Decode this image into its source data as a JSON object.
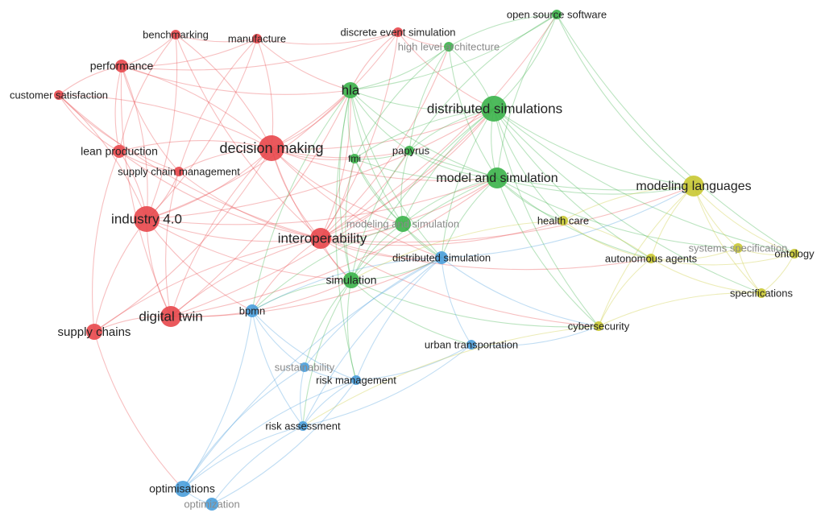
{
  "clusters": {
    "red": "#e8474b",
    "green": "#3bb34a",
    "blue": "#4a9fdc",
    "yellow": "#c9c832"
  },
  "nodes": [
    {
      "id": "benchmarking",
      "label": "benchmarking",
      "cluster": "red",
      "weight": 1,
      "faded": false
    },
    {
      "id": "manufacture",
      "label": "manufacture",
      "cluster": "red",
      "weight": 1,
      "faded": false
    },
    {
      "id": "performance",
      "label": "performance",
      "cluster": "red",
      "weight": 2,
      "faded": false
    },
    {
      "id": "customer_satisfaction",
      "label": "customer satisfaction",
      "cluster": "red",
      "weight": 1,
      "faded": false
    },
    {
      "id": "lean_production",
      "label": "lean production",
      "cluster": "red",
      "weight": 2,
      "faded": false
    },
    {
      "id": "decision_making",
      "label": "decision making",
      "cluster": "red",
      "weight": 5,
      "faded": false
    },
    {
      "id": "supply_chain_management",
      "label": "supply chain management",
      "cluster": "red",
      "weight": 1,
      "faded": false
    },
    {
      "id": "industry_4_0",
      "label": "industry 4.0",
      "cluster": "red",
      "weight": 5,
      "faded": false
    },
    {
      "id": "interoperability",
      "label": "interoperability",
      "cluster": "red",
      "weight": 4,
      "faded": false
    },
    {
      "id": "digital_twin",
      "label": "digital twin",
      "cluster": "red",
      "weight": 4,
      "faded": false
    },
    {
      "id": "supply_chains",
      "label": "supply chains",
      "cluster": "red",
      "weight": 3,
      "faded": false
    },
    {
      "id": "discrete_event_simulation",
      "label": "discrete event simulation",
      "cluster": "red",
      "weight": 1,
      "faded": false
    },
    {
      "id": "hla",
      "label": "hla",
      "cluster": "green",
      "weight": 3,
      "faded": false
    },
    {
      "id": "distributed_simulations",
      "label": "distributed simulations",
      "cluster": "green",
      "weight": 5,
      "faded": false
    },
    {
      "id": "high_level_architecture",
      "label": "high level architecture",
      "cluster": "green",
      "weight": 1,
      "faded": true
    },
    {
      "id": "open_source_software",
      "label": "open source software",
      "cluster": "green",
      "weight": 1,
      "faded": false
    },
    {
      "id": "fmi",
      "label": "fmi",
      "cluster": "green",
      "weight": 1,
      "faded": false
    },
    {
      "id": "papyrus",
      "label": "papyrus",
      "cluster": "green",
      "weight": 1,
      "faded": false
    },
    {
      "id": "model_and_simulation",
      "label": "model and simulation",
      "cluster": "green",
      "weight": 4,
      "faded": false
    },
    {
      "id": "modeling_and_simulation",
      "label": "modeling and simulation",
      "cluster": "green",
      "weight": 3,
      "faded": true
    },
    {
      "id": "simulation",
      "label": "simulation",
      "cluster": "green",
      "weight": 3,
      "faded": false
    },
    {
      "id": "distributed_simulation",
      "label": "distributed simulation",
      "cluster": "blue",
      "weight": 2,
      "faded": false
    },
    {
      "id": "bpmn",
      "label": "bpmn",
      "cluster": "blue",
      "weight": 2,
      "faded": false
    },
    {
      "id": "sustainability",
      "label": "sustainability",
      "cluster": "blue",
      "weight": 1,
      "faded": true
    },
    {
      "id": "risk_management",
      "label": "risk management",
      "cluster": "blue",
      "weight": 1,
      "faded": false
    },
    {
      "id": "risk_assessment",
      "label": "risk assessment",
      "cluster": "blue",
      "weight": 1,
      "faded": false
    },
    {
      "id": "urban_transportation",
      "label": "urban transportation",
      "cluster": "blue",
      "weight": 1,
      "faded": false
    },
    {
      "id": "optimisations",
      "label": "optimisations",
      "cluster": "blue",
      "weight": 3,
      "faded": false
    },
    {
      "id": "optimization",
      "label": "optimization",
      "cluster": "blue",
      "weight": 2,
      "faded": true
    },
    {
      "id": "modeling_languages",
      "label": "modeling languages",
      "cluster": "yellow",
      "weight": 4,
      "faded": false
    },
    {
      "id": "health_care",
      "label": "health care",
      "cluster": "yellow",
      "weight": 1,
      "faded": false
    },
    {
      "id": "autonomous_agents",
      "label": "autonomous agents",
      "cluster": "yellow",
      "weight": 1,
      "faded": false
    },
    {
      "id": "systems_specification",
      "label": "systems specification",
      "cluster": "yellow",
      "weight": 1,
      "faded": true
    },
    {
      "id": "ontology",
      "label": "ontology",
      "cluster": "yellow",
      "weight": 1,
      "faded": false
    },
    {
      "id": "specifications",
      "label": "specifications",
      "cluster": "yellow",
      "weight": 1,
      "faded": false
    },
    {
      "id": "cybersecurity",
      "label": "cybersecurity",
      "cluster": "yellow",
      "weight": 1,
      "faded": false
    }
  ],
  "edges": [
    [
      "industry_4_0",
      "decision_making"
    ],
    [
      "industry_4_0",
      "interoperability"
    ],
    [
      "industry_4_0",
      "digital_twin"
    ],
    [
      "industry_4_0",
      "supply_chains"
    ],
    [
      "industry_4_0",
      "lean_production"
    ],
    [
      "industry_4_0",
      "performance"
    ],
    [
      "industry_4_0",
      "supply_chain_management"
    ],
    [
      "industry_4_0",
      "manufacture"
    ],
    [
      "industry_4_0",
      "benchmarking"
    ],
    [
      "industry_4_0",
      "hla"
    ],
    [
      "industry_4_0",
      "distributed_simulations"
    ],
    [
      "industry_4_0",
      "simulation"
    ],
    [
      "industry_4_0",
      "customer_satisfaction"
    ],
    [
      "industry_4_0",
      "model_and_simulation"
    ],
    [
      "industry_4_0",
      "bpmn"
    ],
    [
      "decision_making",
      "interoperability"
    ],
    [
      "decision_making",
      "performance"
    ],
    [
      "decision_making",
      "benchmarking"
    ],
    [
      "decision_making",
      "manufacture"
    ],
    [
      "decision_making",
      "lean_production"
    ],
    [
      "decision_making",
      "customer_satisfaction"
    ],
    [
      "decision_making",
      "hla"
    ],
    [
      "decision_making",
      "distributed_simulations"
    ],
    [
      "decision_making",
      "model_and_simulation"
    ],
    [
      "decision_making",
      "simulation"
    ],
    [
      "decision_making",
      "digital_twin"
    ],
    [
      "decision_making",
      "supply_chain_management"
    ],
    [
      "decision_making",
      "discrete_event_simulation"
    ],
    [
      "decision_making",
      "papyrus"
    ],
    [
      "decision_making",
      "fmi"
    ],
    [
      "decision_making",
      "distributed_simulation"
    ],
    [
      "decision_making",
      "modeling_and_simulation"
    ],
    [
      "performance",
      "benchmarking"
    ],
    [
      "performance",
      "manufacture"
    ],
    [
      "performance",
      "customer_satisfaction"
    ],
    [
      "performance",
      "lean_production"
    ],
    [
      "performance",
      "supply_chain_management"
    ],
    [
      "performance",
      "digital_twin"
    ],
    [
      "performance",
      "discrete_event_simulation"
    ],
    [
      "performance",
      "hla"
    ],
    [
      "benchmarking",
      "manufacture"
    ],
    [
      "benchmarking",
      "lean_production"
    ],
    [
      "benchmarking",
      "interoperability"
    ],
    [
      "manufacture",
      "supply_chain_management"
    ],
    [
      "manufacture",
      "discrete_event_simulation"
    ],
    [
      "manufacture",
      "hla"
    ],
    [
      "customer_satisfaction",
      "lean_production"
    ],
    [
      "customer_satisfaction",
      "supply_chain_management"
    ],
    [
      "customer_satisfaction",
      "interoperability"
    ],
    [
      "lean_production",
      "supply_chain_management"
    ],
    [
      "lean_production",
      "supply_chains"
    ],
    [
      "lean_production",
      "interoperability"
    ],
    [
      "supply_chain_management",
      "interoperability"
    ],
    [
      "supply_chain_management",
      "digital_twin"
    ],
    [
      "interoperability",
      "hla"
    ],
    [
      "interoperability",
      "distributed_simulations"
    ],
    [
      "interoperability",
      "model_and_simulation"
    ],
    [
      "interoperability",
      "modeling_and_simulation"
    ],
    [
      "interoperability",
      "simulation"
    ],
    [
      "interoperability",
      "distributed_simulation"
    ],
    [
      "interoperability",
      "fmi"
    ],
    [
      "interoperability",
      "papyrus"
    ],
    [
      "interoperability",
      "bpmn"
    ],
    [
      "interoperability",
      "digital_twin"
    ],
    [
      "interoperability",
      "modeling_languages"
    ],
    [
      "interoperability",
      "supply_chains"
    ],
    [
      "interoperability",
      "open_source_software"
    ],
    [
      "interoperability",
      "discrete_event_simulation"
    ],
    [
      "interoperability",
      "high_level_architecture"
    ],
    [
      "interoperability",
      "autonomous_agents"
    ],
    [
      "interoperability",
      "health_care"
    ],
    [
      "interoperability",
      "cybersecurity"
    ],
    [
      "digital_twin",
      "supply_chains"
    ],
    [
      "digital_twin",
      "simulation"
    ],
    [
      "digital_twin",
      "model_and_simulation"
    ],
    [
      "digital_twin",
      "distributed_simulations"
    ],
    [
      "digital_twin",
      "hla"
    ],
    [
      "digital_twin",
      "distributed_simulation"
    ],
    [
      "supply_chains",
      "optimisations"
    ],
    [
      "supply_chains",
      "decision_making"
    ],
    [
      "discrete_event_simulation",
      "distributed_simulations"
    ],
    [
      "discrete_event_simulation",
      "hla"
    ],
    [
      "discrete_event_simulation",
      "high_level_architecture"
    ],
    [
      "hla",
      "distributed_simulations"
    ],
    [
      "hla",
      "fmi"
    ],
    [
      "hla",
      "papyrus"
    ],
    [
      "hla",
      "model_and_simulation"
    ],
    [
      "hla",
      "modeling_and_simulation"
    ],
    [
      "hla",
      "simulation"
    ],
    [
      "hla",
      "distributed_simulation"
    ],
    [
      "hla",
      "high_level_architecture"
    ],
    [
      "hla",
      "open_source_software"
    ],
    [
      "hla",
      "bpmn"
    ],
    [
      "hla",
      "risk_management"
    ],
    [
      "distributed_simulations",
      "high_level_architecture"
    ],
    [
      "distributed_simulations",
      "open_source_software"
    ],
    [
      "distributed_simulations",
      "papyrus"
    ],
    [
      "distributed_simulations",
      "fmi"
    ],
    [
      "distributed_simulations",
      "model_and_simulation"
    ],
    [
      "distributed_simulations",
      "modeling_and_simulation"
    ],
    [
      "distributed_simulations",
      "simulation"
    ],
    [
      "distributed_simulations",
      "distributed_simulation"
    ],
    [
      "distributed_simulations",
      "modeling_languages"
    ],
    [
      "distributed_simulations",
      "autonomous_agents"
    ],
    [
      "distributed_simulations",
      "ontology"
    ],
    [
      "distributed_simulations",
      "health_care"
    ],
    [
      "distributed_simulations",
      "cybersecurity"
    ],
    [
      "distributed_simulations",
      "specifications"
    ],
    [
      "open_source_software",
      "high_level_architecture"
    ],
    [
      "open_source_software",
      "modeling_languages"
    ],
    [
      "open_source_software",
      "papyrus"
    ],
    [
      "open_source_software",
      "model_and_simulation"
    ],
    [
      "open_source_software",
      "ontology"
    ],
    [
      "high_level_architecture",
      "papyrus"
    ],
    [
      "high_level_architecture",
      "model_and_simulation"
    ],
    [
      "high_level_architecture",
      "fmi"
    ],
    [
      "fmi",
      "papyrus"
    ],
    [
      "fmi",
      "model_and_simulation"
    ],
    [
      "fmi",
      "modeling_and_simulation"
    ],
    [
      "fmi",
      "simulation"
    ],
    [
      "fmi",
      "distributed_simulation"
    ],
    [
      "papyrus",
      "model_and_simulation"
    ],
    [
      "papyrus",
      "modeling_and_simulation"
    ],
    [
      "papyrus",
      "simulation"
    ],
    [
      "papyrus",
      "modeling_languages"
    ],
    [
      "model_and_simulation",
      "modeling_and_simulation"
    ],
    [
      "model_and_simulation",
      "simulation"
    ],
    [
      "model_and_simulation",
      "distributed_simulation"
    ],
    [
      "model_and_simulation",
      "modeling_languages"
    ],
    [
      "model_and_simulation",
      "health_care"
    ],
    [
      "model_and_simulation",
      "autonomous_agents"
    ],
    [
      "model_and_simulation",
      "systems_specification"
    ],
    [
      "model_and_simulation",
      "cybersecurity"
    ],
    [
      "modeling_and_simulation",
      "simulation"
    ],
    [
      "modeling_and_simulation",
      "distributed_simulation"
    ],
    [
      "modeling_and_simulation",
      "bpmn"
    ],
    [
      "simulation",
      "distributed_simulation"
    ],
    [
      "simulation",
      "bpmn"
    ],
    [
      "simulation",
      "risk_management"
    ],
    [
      "simulation",
      "risk_assessment"
    ],
    [
      "simulation",
      "sustainability"
    ],
    [
      "simulation",
      "cybersecurity"
    ],
    [
      "simulation",
      "urban_transportation"
    ],
    [
      "distributed_simulation",
      "bpmn"
    ],
    [
      "distributed_simulation",
      "sustainability"
    ],
    [
      "distributed_simulation",
      "risk_management"
    ],
    [
      "distributed_simulation",
      "risk_assessment"
    ],
    [
      "distributed_simulation",
      "urban_transportation"
    ],
    [
      "distributed_simulation",
      "modeling_languages"
    ],
    [
      "distributed_simulation",
      "optimisations"
    ],
    [
      "distributed_simulation",
      "cybersecurity"
    ],
    [
      "bpmn",
      "sustainability"
    ],
    [
      "bpmn",
      "risk_management"
    ],
    [
      "bpmn",
      "risk_assessment"
    ],
    [
      "sustainability",
      "risk_management"
    ],
    [
      "sustainability",
      "risk_assessment"
    ],
    [
      "sustainability",
      "optimisations"
    ],
    [
      "risk_management",
      "risk_assessment"
    ],
    [
      "risk_management",
      "optimisations"
    ],
    [
      "risk_management",
      "urban_transportation"
    ],
    [
      "risk_assessment",
      "optimisations"
    ],
    [
      "risk_assessment",
      "optimization"
    ],
    [
      "risk_assessment",
      "urban_transportation"
    ],
    [
      "optimisations",
      "optimization"
    ],
    [
      "optimisations",
      "bpmn"
    ],
    [
      "optimization",
      "risk_management"
    ],
    [
      "urban_transportation",
      "cybersecurity"
    ],
    [
      "modeling_languages",
      "health_care"
    ],
    [
      "modeling_languages",
      "autonomous_agents"
    ],
    [
      "modeling_languages",
      "systems_specification"
    ],
    [
      "modeling_languages",
      "ontology"
    ],
    [
      "modeling_languages",
      "specifications"
    ],
    [
      "modeling_languages",
      "cybersecurity"
    ],
    [
      "autonomous_agents",
      "systems_specification"
    ],
    [
      "autonomous_agents",
      "ontology"
    ],
    [
      "autonomous_agents",
      "specifications"
    ],
    [
      "autonomous_agents",
      "cybersecurity"
    ],
    [
      "autonomous_agents",
      "health_care"
    ],
    [
      "systems_specification",
      "ontology"
    ],
    [
      "systems_specification",
      "specifications"
    ],
    [
      "specifications",
      "ontology"
    ],
    [
      "specifications",
      "cybersecurity"
    ],
    [
      "health_care",
      "autonomous_agents"
    ],
    [
      "cybersecurity",
      "risk_assessment"
    ],
    [
      "health_care",
      "simulation"
    ]
  ]
}
